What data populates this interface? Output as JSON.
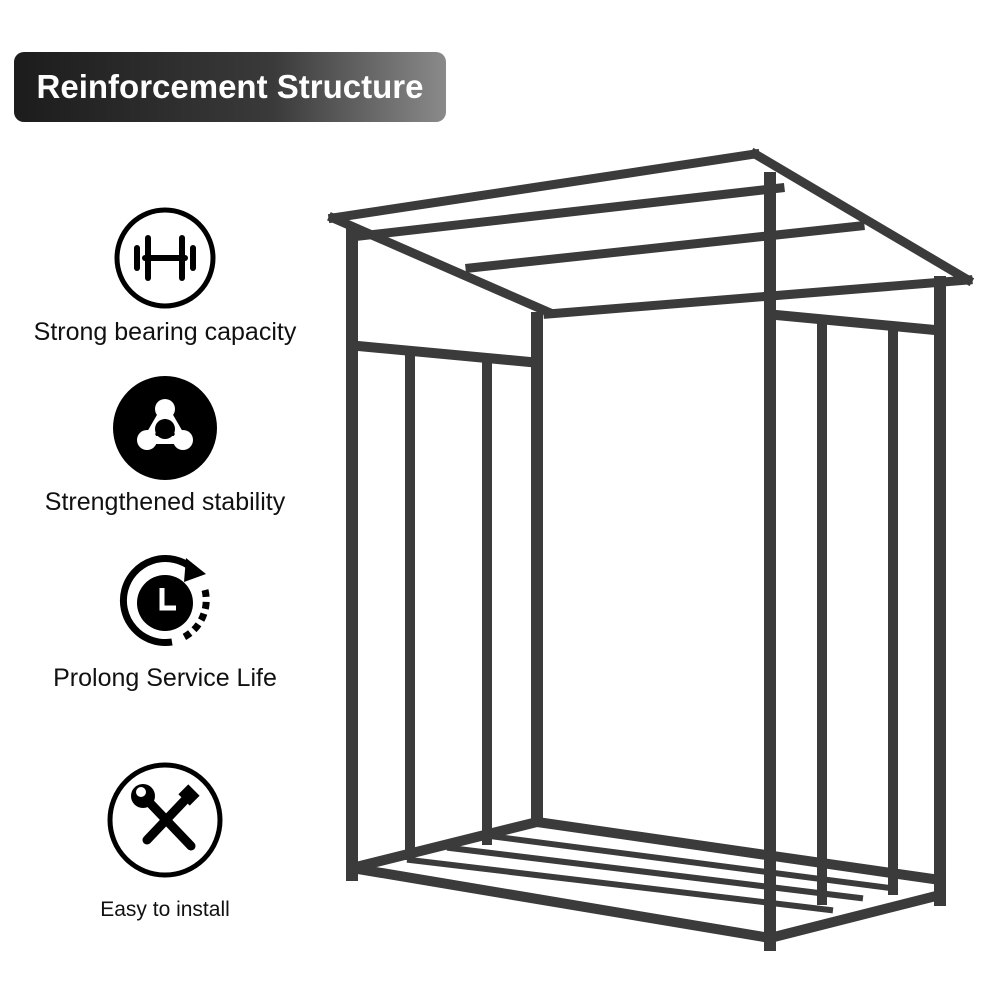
{
  "banner": {
    "title": "Reinforcement Structure"
  },
  "features": [
    {
      "icon": "dumbbell-icon",
      "label": "Strong bearing capacity"
    },
    {
      "icon": "triangle-nodes-icon",
      "label": "Strengthened stability"
    },
    {
      "icon": "clock-refresh-icon",
      "label": "Prolong Service Life"
    },
    {
      "icon": "wrench-screwdriver-icon",
      "label": "Easy to install"
    }
  ],
  "colors": {
    "frame": "#3b3b3b",
    "banner": "#2a2a2a"
  }
}
